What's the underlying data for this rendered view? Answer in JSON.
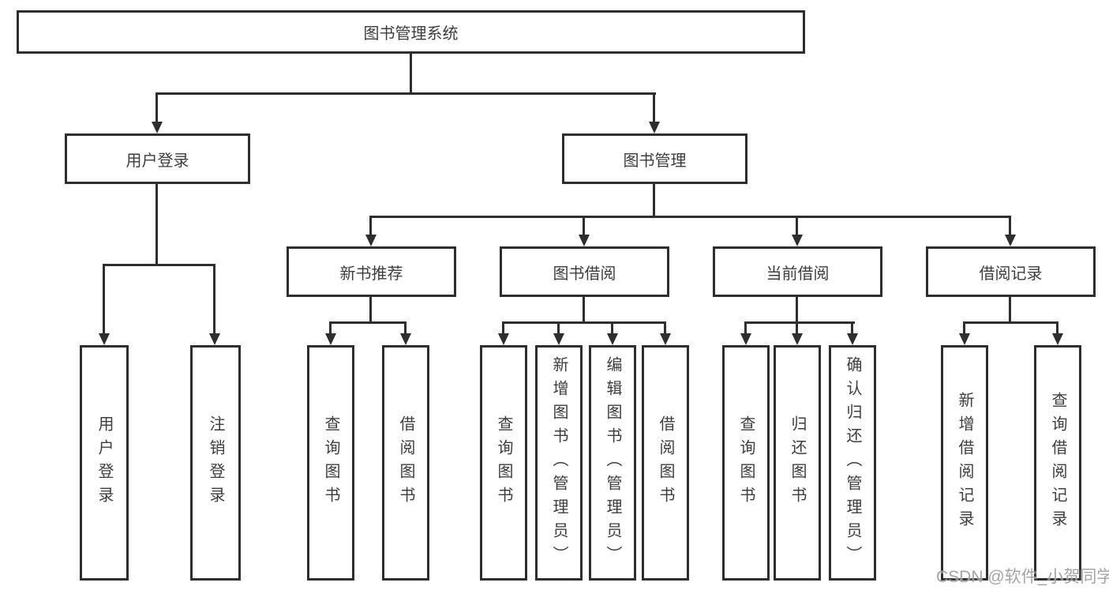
{
  "nodes": {
    "root": {
      "label": "图书管理系统"
    },
    "user_login": {
      "label": "用户登录"
    },
    "book_mgmt": {
      "label": "图书管理"
    },
    "new_books": {
      "label": "新书推荐"
    },
    "book_borrow": {
      "label": "图书借阅"
    },
    "current_borrow": {
      "label": "当前借阅"
    },
    "borrow_records": {
      "label": "借阅记录"
    },
    "leaf_user_login": {
      "label": "用户登录"
    },
    "leaf_logout": {
      "label": "注销登录"
    },
    "leaf_nb_query": {
      "label": "查询图书"
    },
    "leaf_nb_borrow": {
      "label": "借阅图书"
    },
    "leaf_bw_query": {
      "label": "查询图书"
    },
    "leaf_bw_add": {
      "label": "新增图书（管理员）"
    },
    "leaf_bw_edit": {
      "label": "编辑图书（管理员）"
    },
    "leaf_bw_borrow": {
      "label": "借阅图书"
    },
    "leaf_cur_query": {
      "label": "查询图书"
    },
    "leaf_cur_return": {
      "label": "归还图书"
    },
    "leaf_cur_confirm": {
      "label": "确认归还（管理员）"
    },
    "leaf_rec_add": {
      "label": "新增借阅记录"
    },
    "leaf_rec_query": {
      "label": "查询借阅记录"
    }
  },
  "watermark": {
    "text": "CSDN @软件_小贺同学"
  },
  "colors": {
    "line": "#2e2e2e",
    "text": "#3d3d3d",
    "watermark": "#949494",
    "background": "#ffffff"
  }
}
